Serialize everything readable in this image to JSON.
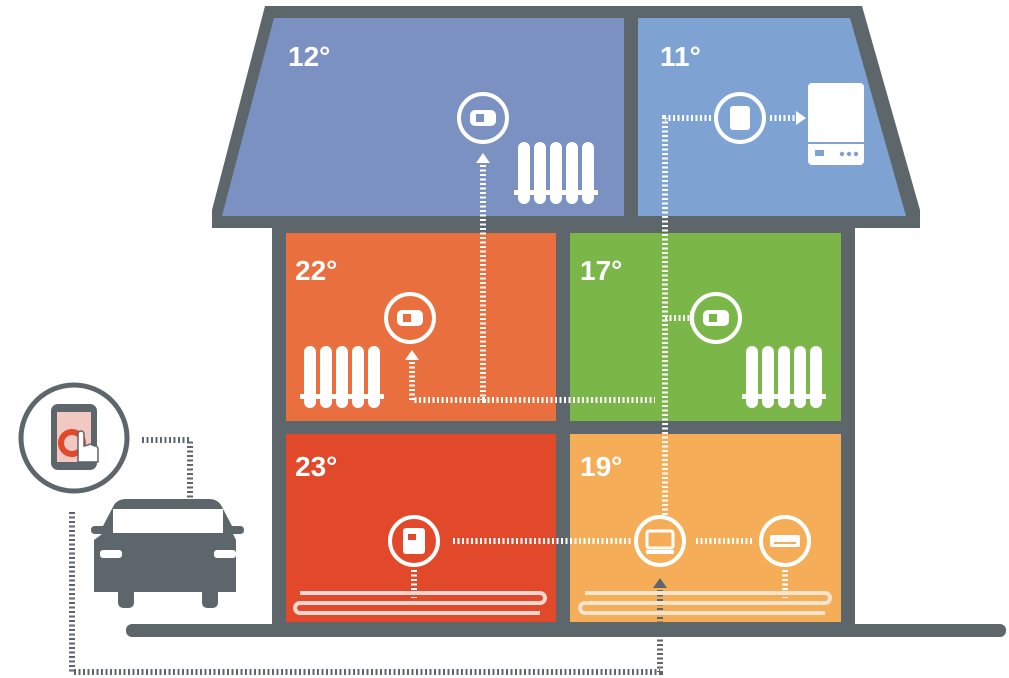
{
  "colors": {
    "outline": "#5d666b",
    "attic_left": "#7b91c2",
    "attic_right": "#7ea3d3",
    "living": "#ea6f3e",
    "bedroom": "#7ab648",
    "kitchen": "#e2492a",
    "bathroom": "#f5ae57",
    "car": "#5d666b"
  },
  "rooms": [
    {
      "key": "attic_left",
      "temperature": "12°",
      "device": "radiator-valve-icon"
    },
    {
      "key": "attic_right",
      "temperature": "11°",
      "device": "boiler-relay-icon"
    },
    {
      "key": "living",
      "temperature": "22°",
      "device": "radiator-valve-icon"
    },
    {
      "key": "bedroom",
      "temperature": "17°",
      "device": "radiator-valve-icon"
    },
    {
      "key": "kitchen",
      "temperature": "23°",
      "device": "wall-thermostat-icon"
    },
    {
      "key": "bathroom",
      "temperature": "19°",
      "device": "central-controller-icon"
    }
  ],
  "extras": {
    "phone": "smartphone-app-icon",
    "car": "car-icon",
    "boiler": "boiler-icon",
    "aircon": "air-conditioner-icon"
  }
}
